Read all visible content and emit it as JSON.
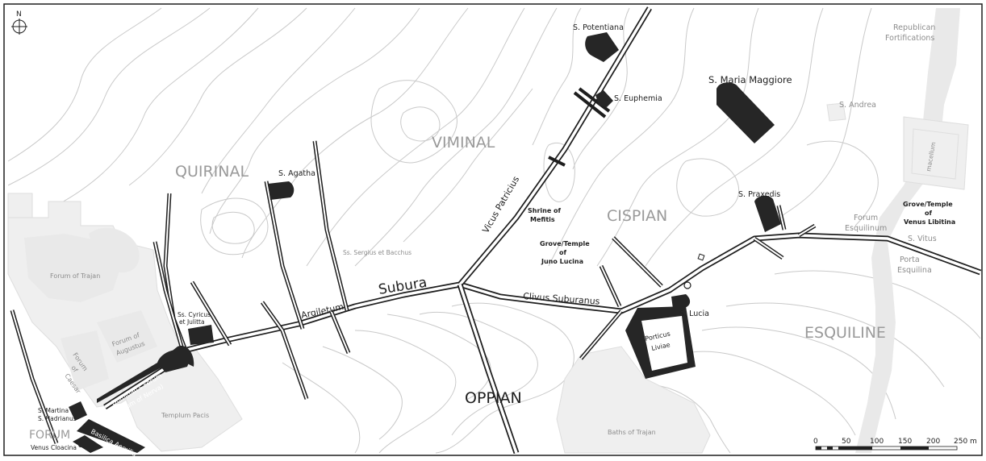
{
  "hills": {
    "quirinal": "QUIRINAL",
    "viminal": "VIMINAL",
    "cispian": "CISPIAN",
    "oppian": "OPPIAN",
    "esquiline": "ESQUILINE",
    "forum": "FORUM"
  },
  "roads": {
    "subura": "Subura",
    "argiletum": "Argiletum",
    "clivus_suburanus": "Clivus Suburanus",
    "vicus_patricius": "Vicus Patricius"
  },
  "churches": {
    "s_potentiana": "S. Potentiana",
    "s_euphemia": "S. Euphemia",
    "s_maria_maggiore": "S. Maria Maggiore",
    "s_agatha": "S. Agatha",
    "s_praxedis": "S. Praxedis",
    "s_lucia": "S. Lucia",
    "ss_cyricus_1": "Ss. Cyricus",
    "ss_cyricus_2": "et Julitta",
    "s_martina": "S. Martina",
    "s_hadrianus": "S. Hadrianus",
    "s_andrea": "S. Andrea",
    "s_vitus": "S. Vitus",
    "ss_sergius": "Ss. Sergius et Bacchus"
  },
  "monuments": {
    "republican_fort_1": "Republican",
    "republican_fort_2": "Fortifications",
    "macellum": "macellum",
    "forum_esquilinum_1": "Forum",
    "forum_esquilinum_2": "Esquilinum",
    "porta_1": "Porta",
    "porta_2": "Esquilina",
    "venus_libitina_1": "Grove/Temple",
    "venus_libitina_2": "of",
    "venus_libitina_3": "Venus Libitina",
    "shrine_mefitis_1": "Shrine of",
    "shrine_mefitis_2": "Mefitis",
    "juno_lucina_1": "Grove/Temple",
    "juno_lucina_2": "of",
    "juno_lucina_3": "Juno Lucina",
    "porticus_1": "Porticus",
    "porticus_2": "Liviae",
    "forum_trajan": "Forum of Trajan",
    "forum_augustus_1": "Forum of",
    "forum_augustus_2": "Augustus",
    "forum_caesar_1": "Forum",
    "forum_caesar_2": "of",
    "forum_caesar_3": "Caesar",
    "domitian_1": "Domitian's Forum",
    "domitian_2": "(Forum of Nerva)",
    "templum_pacis": "Templum Pacis",
    "basilica_aemilia": "Basilica Aemilia",
    "venus_cloacina": "Venus Cloacina",
    "baths_trajan": "Baths of Trajan"
  },
  "north_arrow": {
    "label": "N",
    "icon": "compass-icon"
  },
  "scale_bar": {
    "ticks": [
      "0",
      "50",
      "100",
      "150",
      "200",
      "250 m"
    ],
    "max_m": 250
  }
}
